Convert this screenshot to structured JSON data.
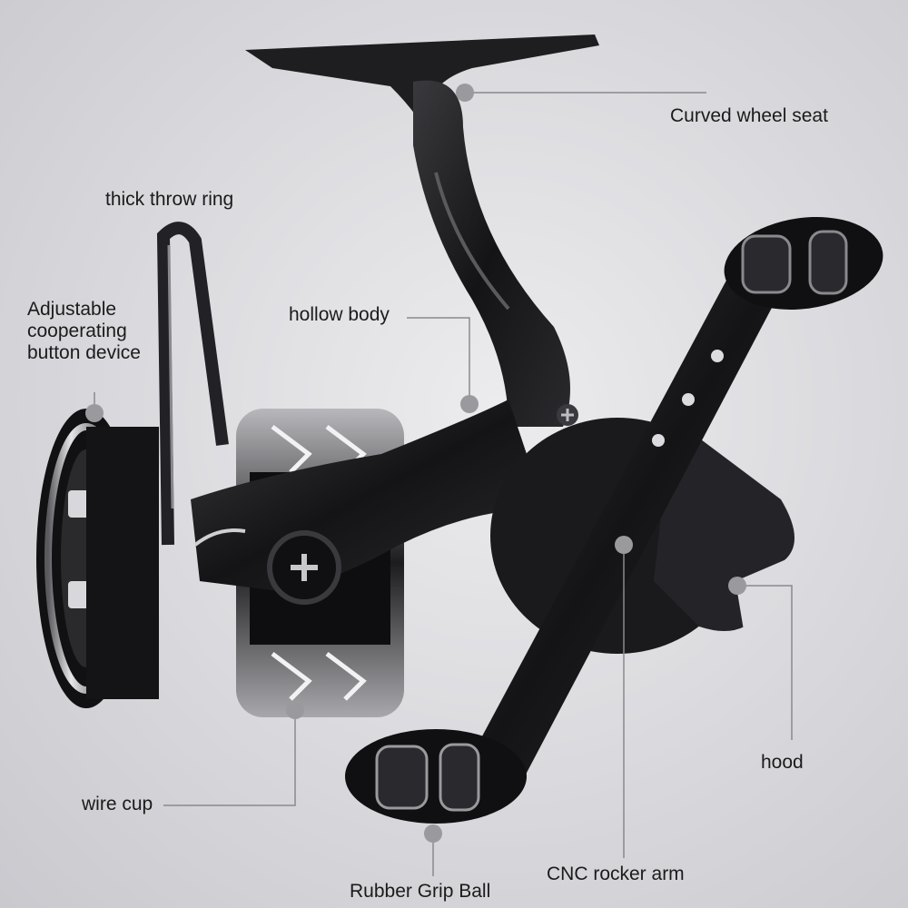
{
  "labels": {
    "curved_wheel_seat": "Curved wheel seat",
    "thick_throw_ring": "thick throw ring",
    "adjustable_button_line1": "Adjustable",
    "adjustable_button_line2": "cooperating",
    "adjustable_button_line3": "button device",
    "hollow_body": "hollow body",
    "wire_cup": "wire cup",
    "hood": "hood",
    "rubber_grip_ball": "Rubber Grip Ball",
    "cnc_rocker_arm": "CNC rocker arm"
  },
  "colors": {
    "background": "#dcdce0",
    "reel_body": "#1a1a1c",
    "chrome": "#c8c8cc",
    "callout_line": "#8a8a8e",
    "callout_dot": "#9a9a9e"
  }
}
